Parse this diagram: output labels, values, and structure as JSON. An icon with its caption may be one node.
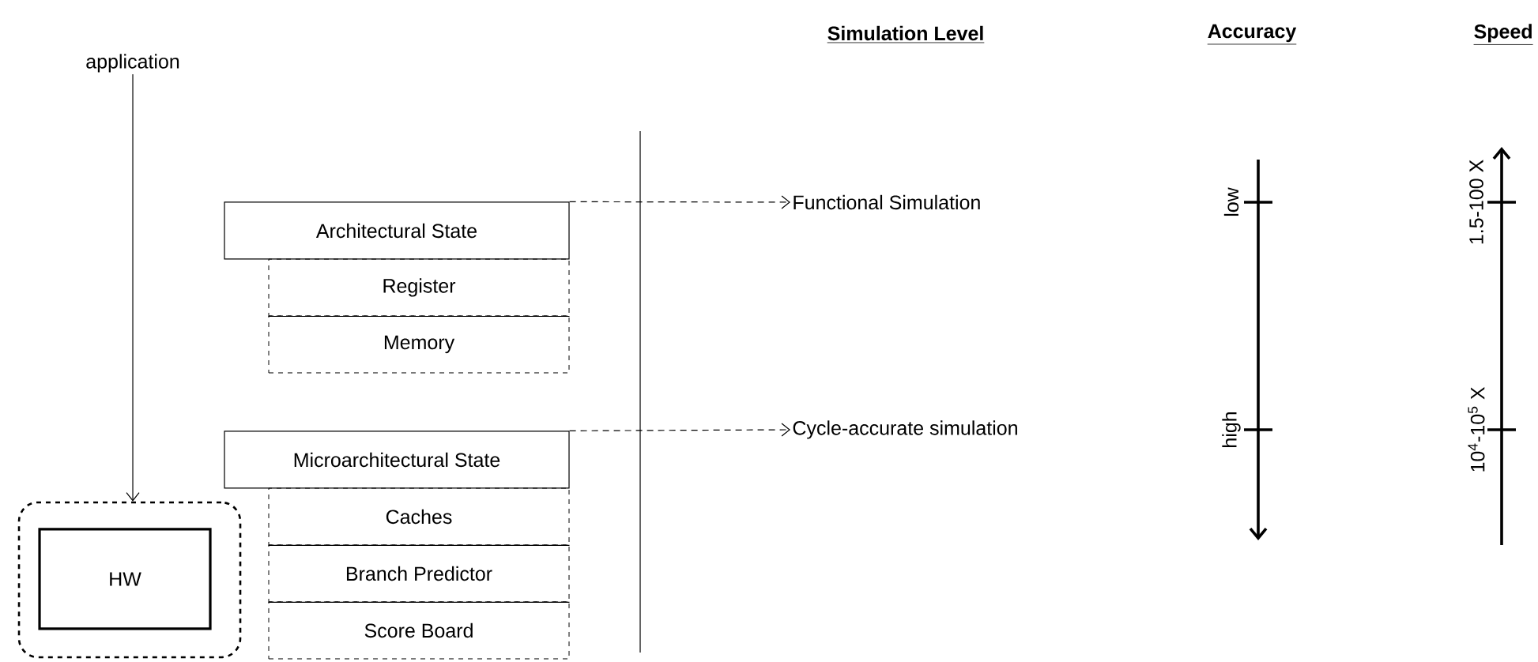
{
  "diagram": {
    "nodes": [
      {
        "text": [
          "application"
        ]
      },
      {
        "text": [],
        "shape": "box"
      },
      {
        "text": [
          "HW"
        ],
        "in": 1
      },
      {
        "text": [
          "Architectural State"
        ]
      },
      {
        "text": [
          "Register"
        ]
      },
      {
        "text": [
          "Memory"
        ]
      },
      {
        "text": [
          "Microarchitectural State"
        ]
      },
      {
        "text": [
          "Caches"
        ]
      },
      {
        "text": [
          "Branch Predictor"
        ]
      },
      {
        "text": [
          "Score Board"
        ]
      },
      {
        "text": [
          "Functional Simulation"
        ]
      },
      {
        "text": [
          "Cycle-accurate simulation"
        ]
      }
    ],
    "edges": [
      {
        "from": 0,
        "to": 1,
        "arrow": "to"
      },
      {
        "from": 3,
        "to": 10,
        "arrow": "to",
        "style": "dashed"
      },
      {
        "from": 6,
        "to": 11,
        "arrow": "to",
        "style": "dashed"
      }
    ],
    "labels": [
      "Simulation Level",
      "Accuracy",
      "Speed",
      "low",
      "1.5-100 X",
      "high",
      "10$^{4}$-10$^{5}$ X"
    ]
  }
}
